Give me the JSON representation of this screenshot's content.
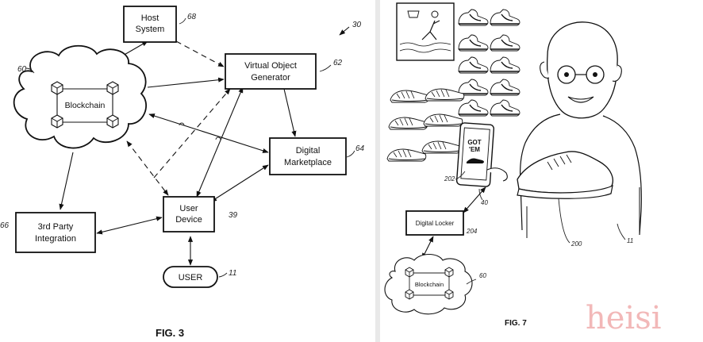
{
  "fig3": {
    "figure_label": "FIG. 3",
    "figure_ref": "30",
    "nodes": {
      "host_system": {
        "line1": "Host",
        "line2": "System",
        "ref": "68"
      },
      "virtual_object_generator": {
        "line1": "Virtual Object",
        "line2": "Generator",
        "ref": "62"
      },
      "blockchain": {
        "label": "Blockchain",
        "ref": "60"
      },
      "digital_marketplace": {
        "line1": "Digital",
        "line2": "Marketplace",
        "ref": "64"
      },
      "user_device": {
        "line1": "User",
        "line2": "Device",
        "ref": "39"
      },
      "third_party_integration": {
        "line1": "3rd Party",
        "line2": "Integration",
        "ref": "66"
      },
      "user": {
        "label": "USER",
        "ref": "11"
      }
    }
  },
  "fig7": {
    "figure_label": "FIG. 7",
    "phone_screen_text": {
      "line1": "GOT",
      "line2": "'EM"
    },
    "labels": {
      "phone_screen_ref": "202",
      "phone_ref": "40",
      "shoe_ref": "200",
      "person_ref": "11",
      "digital_locker": "Digital Locker",
      "digital_locker_ref": "204",
      "blockchain": "Blockchain",
      "blockchain_ref": "60"
    }
  },
  "watermark": {
    "text": "heisi",
    "color": "#f2b8b8"
  }
}
